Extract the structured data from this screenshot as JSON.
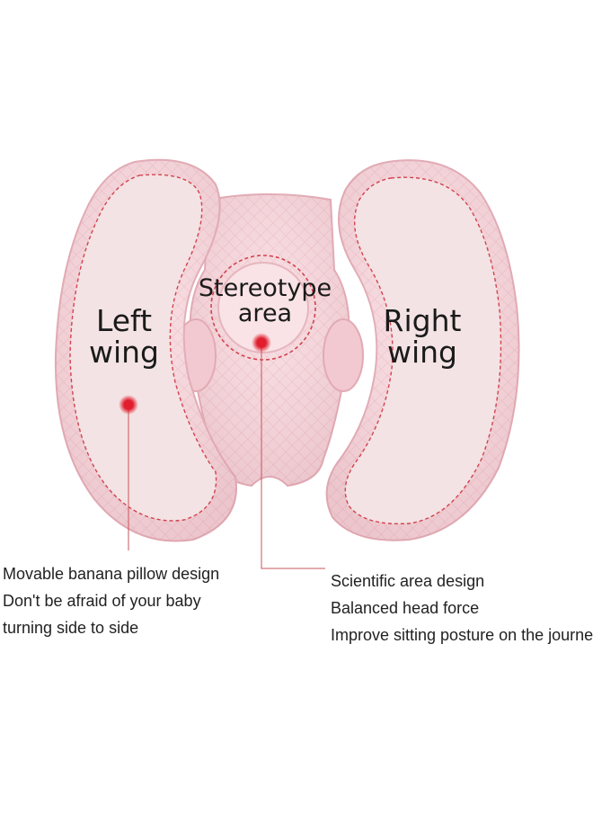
{
  "image": {
    "subject": "pink quilted baby head support pillow",
    "colors": {
      "fabric": "#f6d6dc",
      "fabric_shadow": "#e7b4be",
      "wing_panel": "#f3e3e4",
      "dash_line": "#d3434f",
      "dot": "#e01e2d",
      "leader_line": "#c9545c"
    }
  },
  "labels": {
    "left_wing": [
      "Left",
      "wing"
    ],
    "right_wing": [
      "Right",
      "wing"
    ],
    "center": [
      "Stereotype",
      "area"
    ]
  },
  "captions": {
    "left": [
      "Movable banana pillow design",
      "Don't be afraid of your baby",
      "turning side to side"
    ],
    "right": [
      "Scientific area design",
      "Balanced head force",
      "Improve sitting posture on the journey"
    ]
  }
}
